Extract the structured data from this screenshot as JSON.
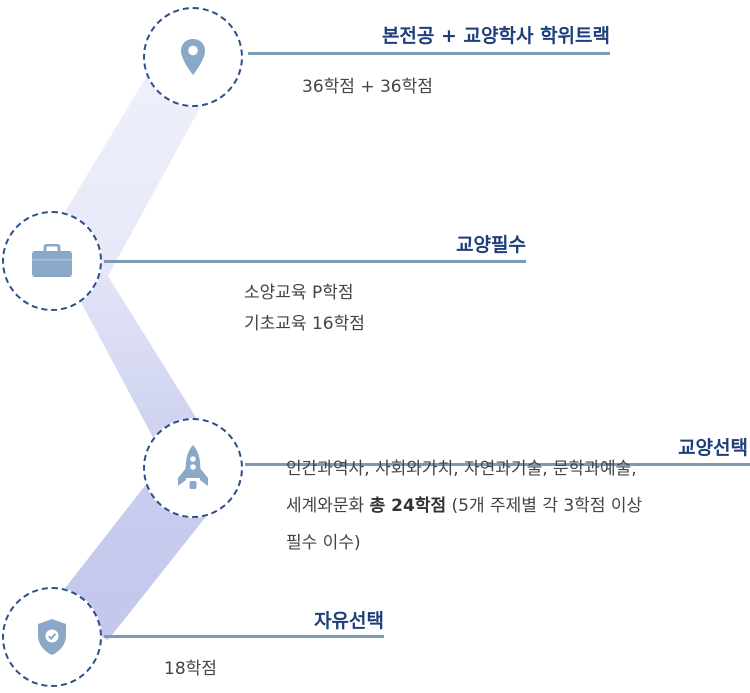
{
  "colors": {
    "node_border": "#2b4f8a",
    "icon": "#8aa8c8",
    "line": "#7b9ab6",
    "title": "#1f3f7a",
    "band_light": "#eef0fb",
    "band_dark": "#c9cdee"
  },
  "steps": [
    {
      "icon": "location-pin-icon",
      "title": "본전공 + 교양학사 학위트랙",
      "lines": [
        "36학점 + 36학점"
      ]
    },
    {
      "icon": "briefcase-icon",
      "title": "교양필수",
      "lines": [
        "소양교육 P학점",
        "기초교육 16학점"
      ]
    },
    {
      "icon": "rocket-icon",
      "title": "교양선택",
      "lines": [
        "인간과역사, 사회와가치, 자연과기술, 문학과예술,"
      ],
      "line2_prefix": "세계와문화 ",
      "line2_bold": "총 24학점",
      "line2_suffix": " (5개 주제별 각 3학점 이상",
      "line3": "필수 이수)"
    },
    {
      "icon": "shield-check-icon",
      "title": "자유선택",
      "lines": [
        "18학점"
      ]
    }
  ]
}
